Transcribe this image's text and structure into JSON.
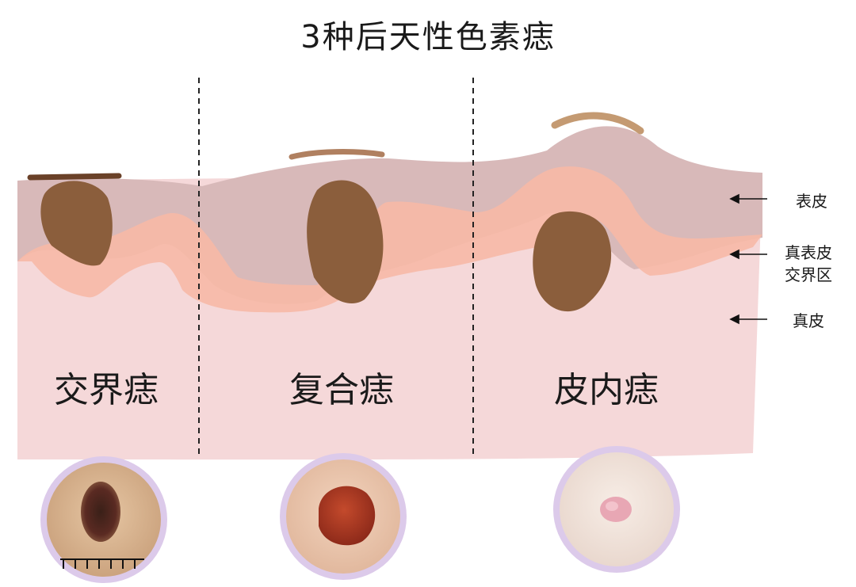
{
  "title": "3种后天性色素痣",
  "nevus_types": [
    {
      "label": "交界痣"
    },
    {
      "label": "复合痣"
    },
    {
      "label": "皮内痣"
    }
  ],
  "layer_labels": {
    "epidermis": "表皮",
    "junction_line1": "真表皮",
    "junction_line2": "交界区",
    "dermis": "真皮"
  },
  "colors": {
    "dermis": "#f5d8d9",
    "epidermis": "#d8b9b9",
    "junction": "#f7b9a6",
    "nevus": "#8b5e3c",
    "crust": "#c49a72",
    "photo_ring": "#dccaea"
  }
}
